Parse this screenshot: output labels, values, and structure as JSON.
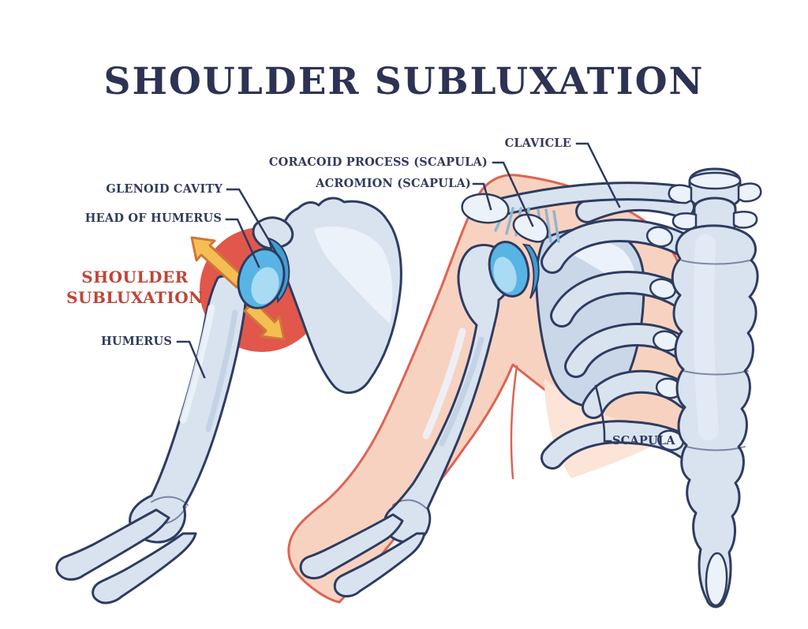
{
  "title": "SHOULDER SUBLUXATION",
  "labels": {
    "glenoid_cavity": "GLENOID CAVITY",
    "head_of_humerus": "HEAD OF HUMERUS",
    "condition_line1": "SHOULDER",
    "condition_line2": "SUBLUXATION",
    "humerus": "HUMERUS",
    "coracoid_process": "CORACOID PROCESS (SCAPULA)",
    "acromion": "ACROMION (SCAPULA)",
    "clavicle": "CLAVICLE",
    "scapula": "SCAPULA"
  },
  "colors": {
    "title_navy": "#2d3354",
    "label_navy": "#2f3a5c",
    "highlight_red": "#bf4537",
    "circle_red": "#e2574b",
    "arrow_yellow": "#f4be52",
    "arrow_outline": "#d0763b",
    "bone_fill": "#d9e3f0",
    "bone_light": "#ecf2f9",
    "bone_shadow": "#c0cfe2",
    "outline_navy": "#2e3c60",
    "head_blue": "#58b4e4",
    "head_blue_light": "#a9dbf4",
    "head_blue_dark": "#3f9ed3",
    "skin_fill": "#f8d2c0",
    "skin_wash": "#fce4d8",
    "skin_outline": "#df6352",
    "scapula_fill": "#c9d7e8",
    "ligament_blue": "#8bb7d6",
    "background": "#ffffff"
  }
}
